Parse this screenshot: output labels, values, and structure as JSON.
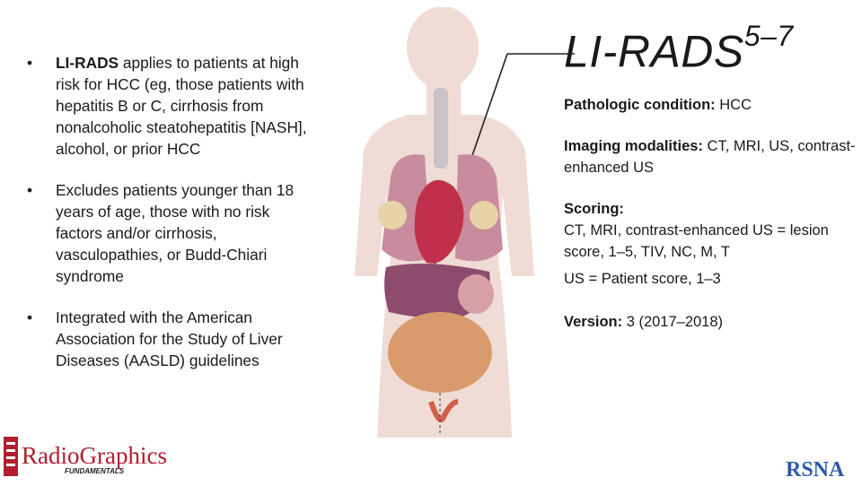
{
  "bullets": [
    {
      "bold": "LI-RADS",
      "text": " applies to patients at high risk for HCC (eg, those patients with hepatitis B or C, cirrhosis from nonalcoholic steatohepatitis [NASH], alcohol, or prior HCC"
    },
    {
      "bold": "",
      "text": "Excludes patients younger than 18 years of age, those with no risk factors and/or cirrhosis, vasculopathies, or Budd-Chiari syndrome"
    },
    {
      "bold": "",
      "text": "Integrated with the American Association for the Study of Liver Diseases (AASLD) guidelines"
    }
  ],
  "bullet_symbol": "•",
  "title": {
    "main": "LI-RADS",
    "superscript": "5–7"
  },
  "info": {
    "condition_label": "Pathologic condition:",
    "condition_value": " HCC",
    "modalities_label": "Imaging modalities:",
    "modalities_value": " CT, MRI, US, contrast-enhanced US",
    "scoring_label": "Scoring:",
    "scoring_line1": "CT, MRI, contrast-enhanced US = lesion score, 1–5, TIV, NC, M, T",
    "scoring_line2": "US = Patient score, 1–3",
    "version_label": "Version:",
    "version_value": " 3 (2017–2018)"
  },
  "logos": {
    "left_main": "RadioGraphics",
    "left_sub": "FUNDAMENTALS",
    "right": "RSNA"
  },
  "colors": {
    "silhouette": "#efdcd4",
    "liver": "#8d4b6e",
    "heart": "#c0304a",
    "intestine": "#d99a6c",
    "rg_red": "#b01e2f",
    "rsna_blue": "#2e5aa8"
  }
}
